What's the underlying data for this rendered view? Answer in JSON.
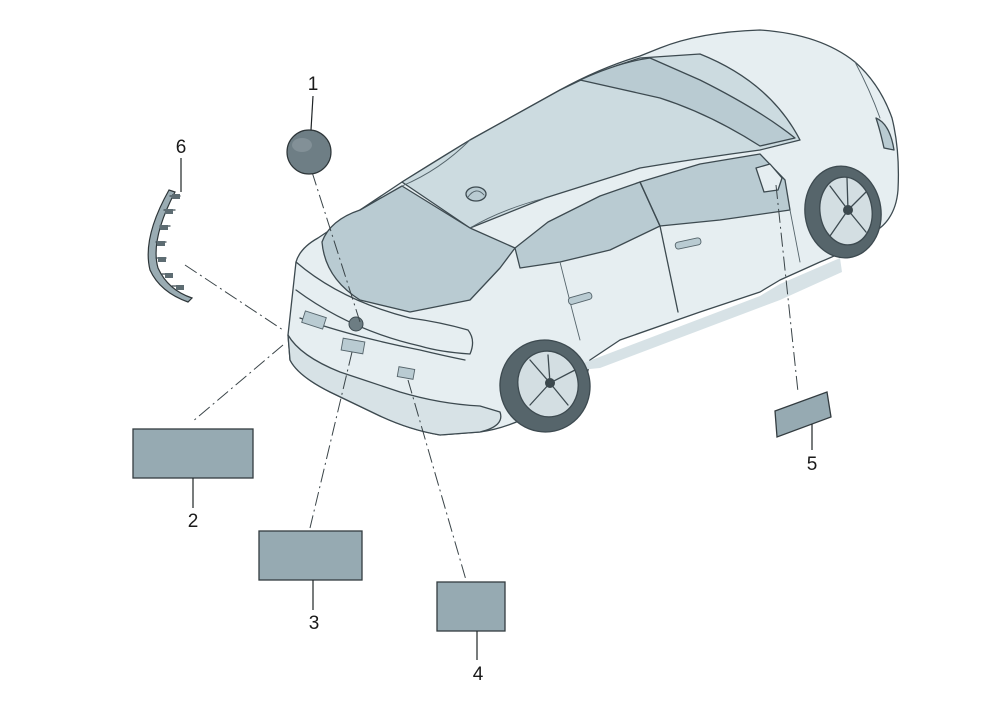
{
  "callouts": [
    {
      "id": "1",
      "label": "1"
    },
    {
      "id": "2",
      "label": "2"
    },
    {
      "id": "3",
      "label": "3"
    },
    {
      "id": "4",
      "label": "4"
    },
    {
      "id": "5",
      "label": "5"
    },
    {
      "id": "6",
      "label": "6"
    }
  ],
  "colors": {
    "part_fill": "#96aab2",
    "part_stroke": "#333c40",
    "car_body": "#e6eef1",
    "car_glass": "#b9cbd2",
    "emblem": "#6d7d83"
  }
}
